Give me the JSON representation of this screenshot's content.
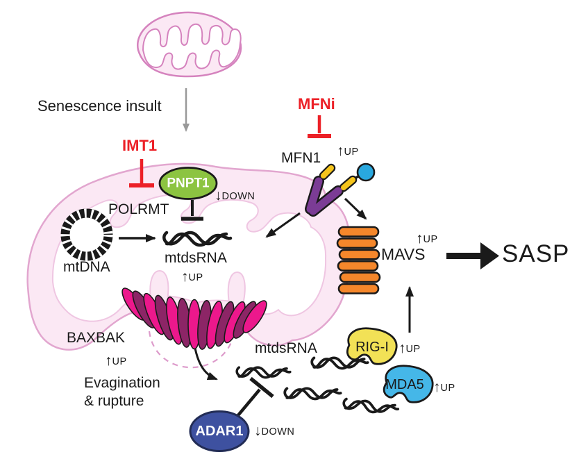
{
  "figure": {
    "title_context": "Senescence insult",
    "inhibitors": {
      "imt1": "IMT1",
      "mfni": "MFNi"
    },
    "nodes": {
      "mfn1": "MFN1",
      "pnpt1": "PNPT1",
      "polrmt": "POLRMT",
      "mtdna": "mtDNA",
      "mtdsrna_matrix": "mtdsRNA",
      "mtdsrna_cytosol": "mtdsRNA",
      "baxbak": "BAXBAK",
      "mavs": "MAVS",
      "rigi": "RIG-I",
      "mda5": "MDA5",
      "adar1": "ADAR1",
      "sasp": "SASP"
    },
    "annotations": {
      "evagination_line1": "Evagination",
      "evagination_line2": "& rupture"
    },
    "regulation": {
      "glyph_up": "↑",
      "word_up": "UP",
      "glyph_down": "↓",
      "word_down": "DOWN",
      "states": {
        "mfn1": "up",
        "mtdsrna": "up",
        "baxbak": "up",
        "mavs": "up",
        "rigi": "up",
        "mda5": "up",
        "pnpt1": "down",
        "adar1": "down"
      }
    }
  },
  "colors": {
    "ink": "#1a1a1a",
    "inhibitor_red": "#EC2027",
    "gray_arrow": "#999999",
    "pnpt1_green": "#8CC441",
    "mfn1_purple": "#7B3C95",
    "mfn1_yellow": "#F5C41C",
    "mfn1_blue": "#29A8DF",
    "mavs_orange": "#F5872B",
    "rigi_yellow": "#F2E156",
    "mda5_blue": "#45B7E8",
    "adar1_blue": "#3E51A0",
    "baxbak_pink": "#EC188C",
    "baxbak_magenta": "#8C2566",
    "mito_fill": "#FBE8F4",
    "mito_stroke": "#E2A6CF",
    "mito_inner_stroke": "#EFC6E2",
    "bleb_dash": "#DD9BCB"
  }
}
